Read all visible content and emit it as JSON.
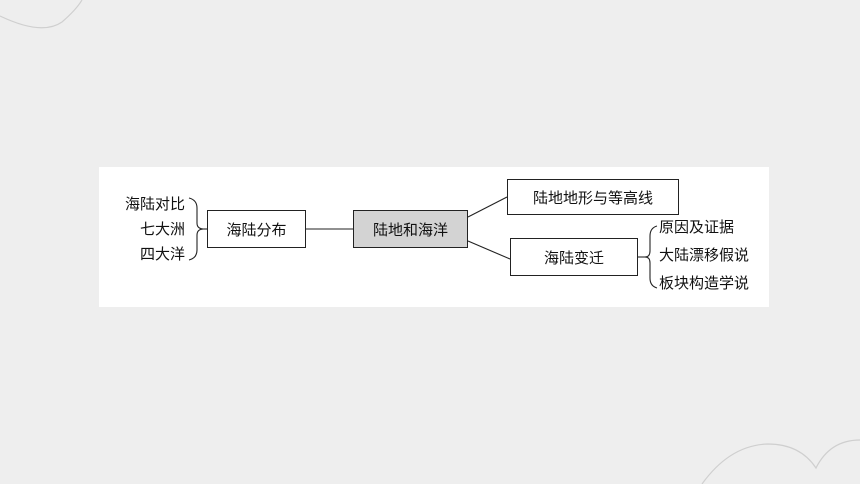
{
  "diagram": {
    "center": "陆地和海洋",
    "left_box": "海陆分布",
    "left_items": [
      "海陆对比",
      "七大洲",
      "四大洋"
    ],
    "right_top_box": "陆地地形与等高线",
    "right_bottom_box": "海陆变迁",
    "right_items": [
      "原因及证据",
      "大陆漂移假说",
      "板块构造学说"
    ]
  },
  "colors": {
    "background": "#eeeeee",
    "panel": "#ffffff",
    "center_fill": "#d3d3d3",
    "line": "#222222",
    "decoration": "#cfcfcf"
  }
}
